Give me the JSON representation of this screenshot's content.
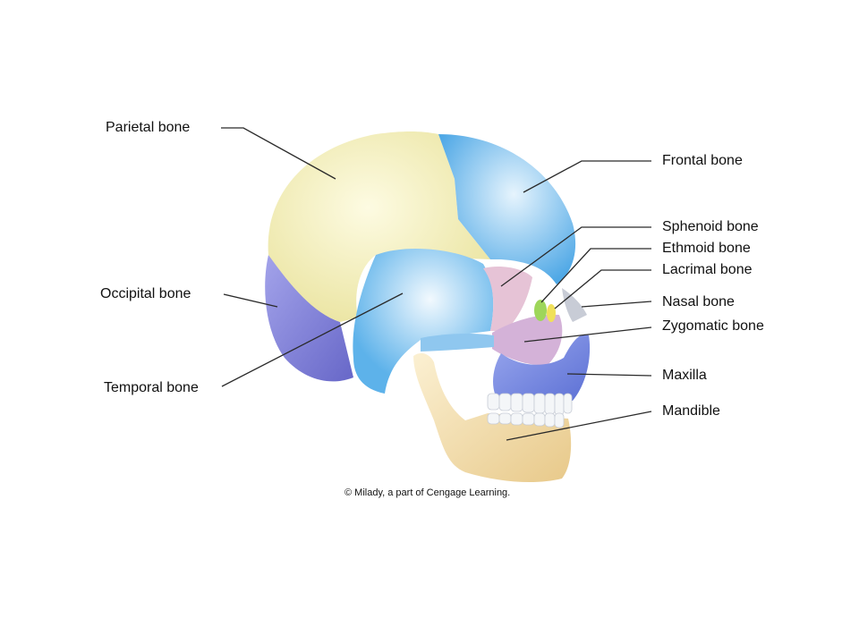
{
  "labels": {
    "parietal": "Parietal bone",
    "occipital": "Occipital bone",
    "temporal": "Temporal bone",
    "frontal": "Frontal bone",
    "sphenoid": "Sphenoid bone",
    "ethmoid": "Ethmoid bone",
    "lacrimal": "Lacrimal bone",
    "nasal": "Nasal bone",
    "zygomatic": "Zygomatic bone",
    "maxilla": "Maxilla",
    "mandible": "Mandible"
  },
  "credit": "© Milady, a part of Cengage Learning.",
  "colors": {
    "parietal": "#f2efb4",
    "frontal": "#7fc4ee",
    "occipital": "#8e8ee0",
    "temporal": "#9fd3f2",
    "sphenoid": "#e6c3d6",
    "ethmoid": "#9ed65a",
    "lacrimal": "#f0e05a",
    "nasal": "#c8ccd6",
    "zygomatic": "#d4b2d8",
    "maxilla": "#7a8fe0",
    "mandible": "#f3dca6",
    "teeth": "#f4f6f8"
  }
}
